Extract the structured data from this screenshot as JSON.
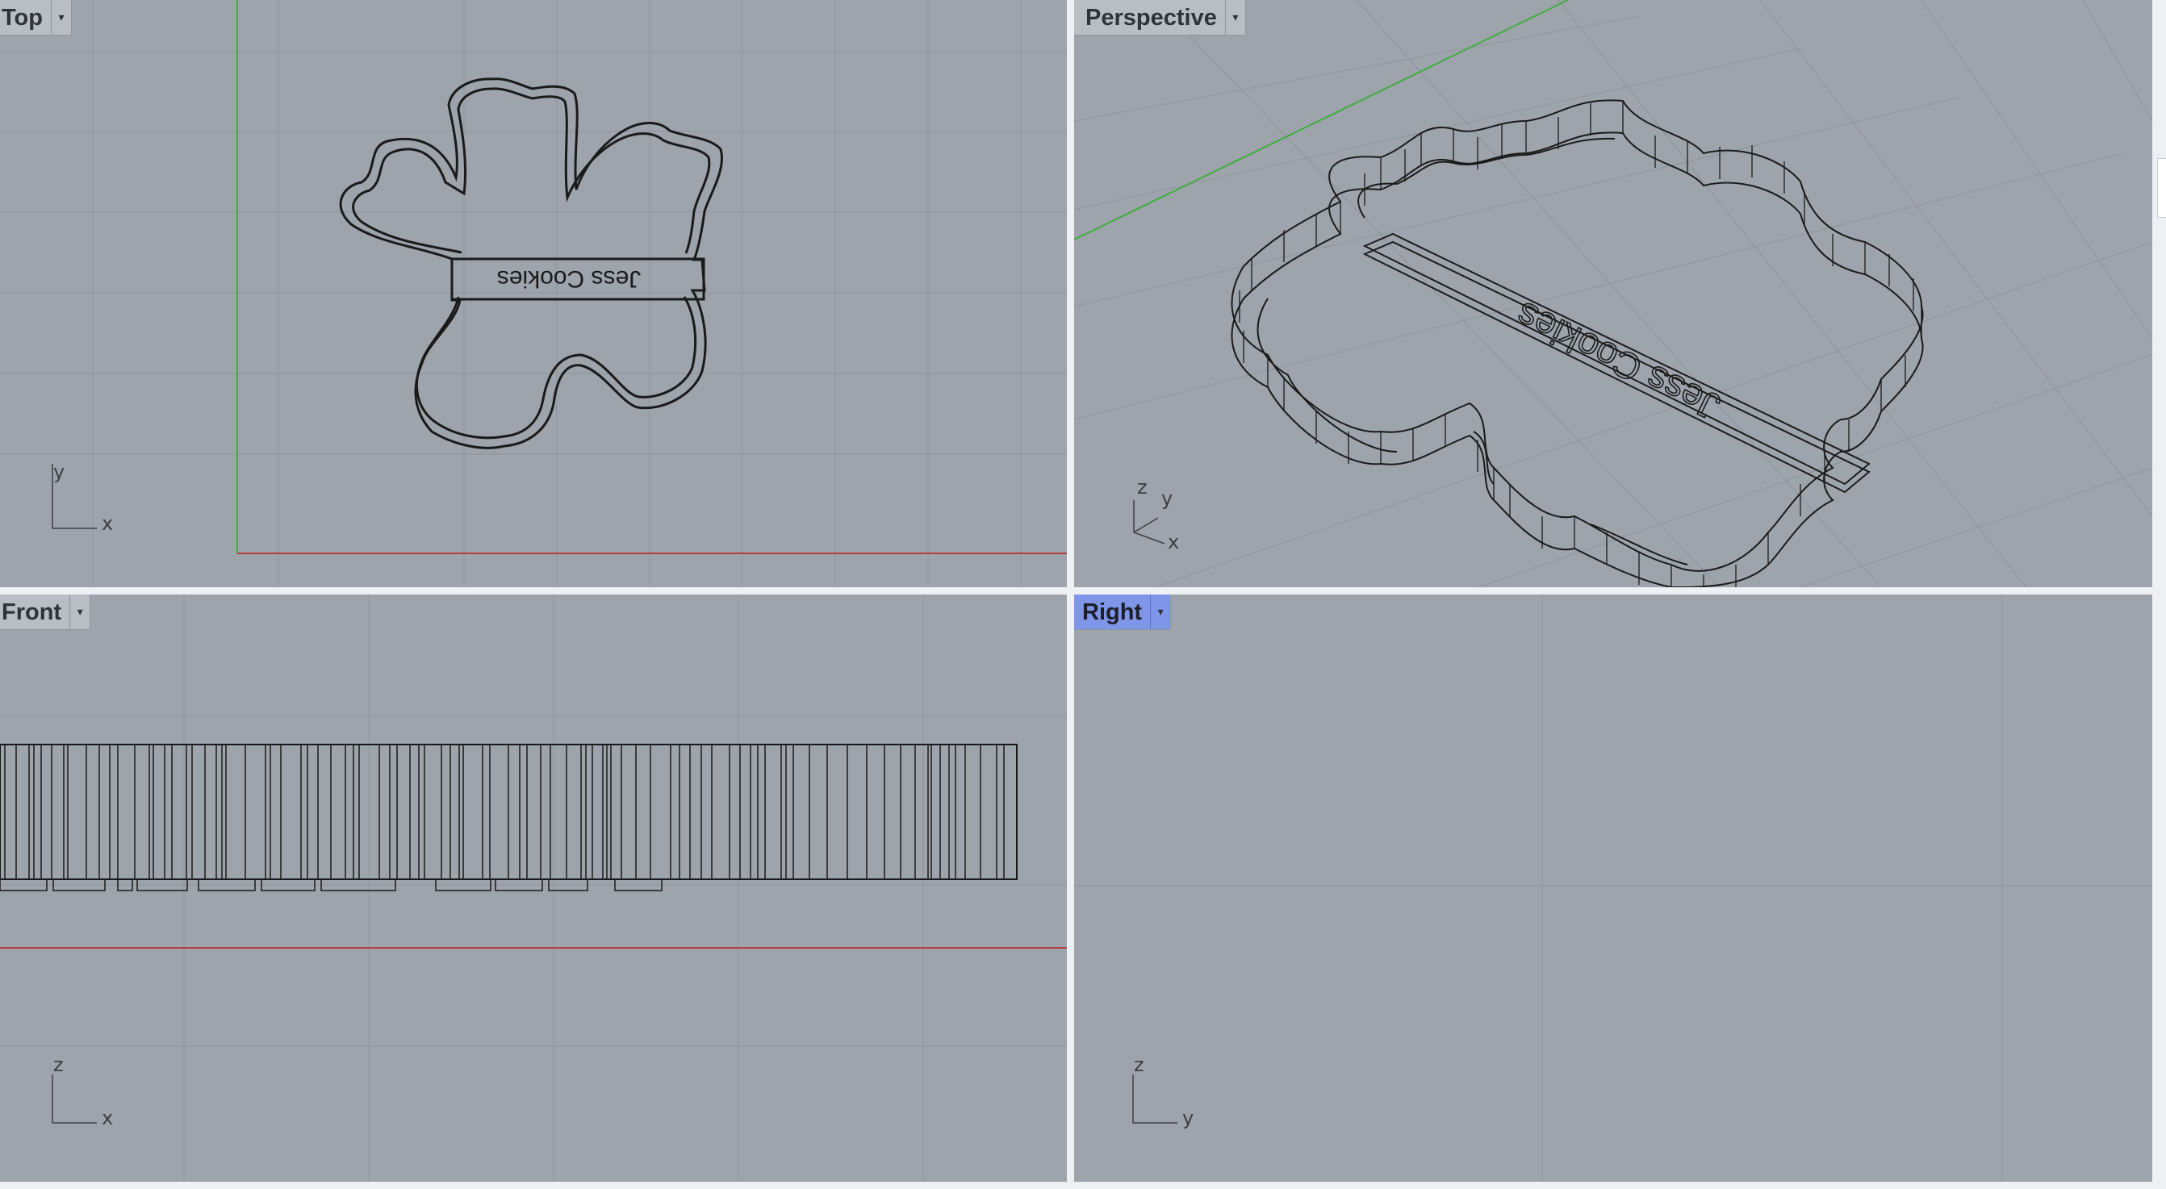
{
  "viewports": {
    "top": {
      "label": "Top",
      "axis": {
        "v": "y",
        "h": "x"
      }
    },
    "perspective": {
      "label": "Perspective",
      "axis": {
        "v": "z",
        "d": "y",
        "h": "x"
      }
    },
    "front": {
      "label": "Front",
      "axis": {
        "v": "z",
        "h": "x"
      }
    },
    "right": {
      "label": "Right",
      "axis": {
        "v": "z",
        "h": "y"
      },
      "active": true
    }
  },
  "model": {
    "embossed_text": "Jess Cookies"
  },
  "icons": {
    "dropdown": "chevron-down-icon"
  },
  "colors": {
    "viewport_bg": "#9ea4ac",
    "grid": "#8d939b",
    "x_axis": "#b43c3c",
    "y_axis": "#3fae3f",
    "active_tab": "#7f95e8",
    "wire": "#1a1a1a"
  }
}
